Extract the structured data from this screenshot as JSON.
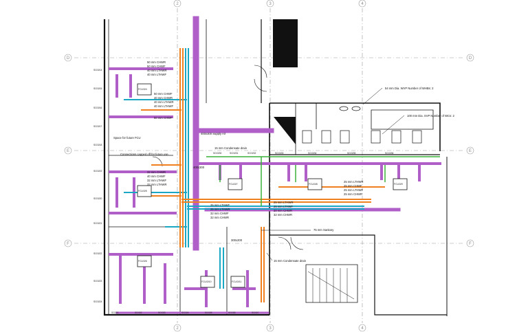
{
  "grid": {
    "columns": [
      "2",
      "3",
      "4"
    ],
    "rows": [
      "D",
      "E",
      "F"
    ]
  },
  "colors": {
    "chw": "#1aa7c4",
    "lthw": "#f07f1e",
    "supply_air": "#b05fc8",
    "drain": "#38b238",
    "walls": "#111111",
    "grid": "#9a9a9a"
  },
  "fcu_labels": [
    "FCU/3/4",
    "FCU/3/5",
    "FCU/3/6",
    "FCU/3/7",
    "FCU/3/8",
    "FCU/3/9",
    "FCU/3/10",
    "FCU/3/11"
  ],
  "annotations": {
    "pipes_top": [
      "50 mm  CHWR",
      "50 mm  CHWF",
      "40 mm  LTHWR",
      "40 mm  LTHWF"
    ],
    "pipes_mid": [
      "50 mm  CHWF",
      "40 mm  CHWR",
      "40 mm  LTHWR",
      "40 mm  LTHWF"
    ],
    "chwf_50": "50 mm  CHWF",
    "supply_air": "400x300  Supply Air",
    "space_future": "Space for future FCU",
    "connections_capped": "Connections capped off for future use",
    "condensate_top": "15 mm  Condensate drain",
    "pipes_left": [
      "32 mm  CHWR",
      "40 mm  CHWF",
      "32 mm  LTHWF",
      "32 mm  LTHWR"
    ],
    "duct_vertical": "400x300",
    "pipes_right": [
      "25 mm  LTHWR",
      "25 mm  CHWF",
      "25 mm  LTHWF",
      "25 mm  CHWR"
    ],
    "pipes_center": [
      "25 mm  LTHWF",
      "25 mm  LTHWR",
      "32 mm  CHWF",
      "32 mm  CHWR"
    ],
    "pipes_center2": [
      "25 mm  LTHWR",
      "25 mm  LTHWF",
      "20 mm  CHWR",
      "32 mm  CHWR"
    ],
    "sanitary": "75 mm  Sanitary",
    "condensate_bottom": "15 mm  Condensate drain",
    "duct_small": "300x200",
    "wvp": "54 mm  Dia. WVP Number of WHBs: 2",
    "svp": "100 mm  Dia. SVP Number of WCs: 2"
  },
  "unit_tags": {
    "left": [
      "SG/3/14",
      "SG/3/15",
      "SG/3/16",
      "SG/3/17",
      "SG/3/18",
      "SG/3/19",
      "SG/3/20",
      "SG/3/21",
      "SG/3/22",
      "SG/3/23",
      "SG/3/24"
    ],
    "top": [
      "SG/3/30",
      "SG/3/31",
      "SG/3/32",
      "SG/3/33",
      "SG/3/34",
      "SG/3/35",
      "SG/3/36"
    ],
    "bottom": [
      "SG/3/1",
      "SG/3/2",
      "SG/3/3",
      "SG/3/4",
      "SG/3/5",
      "SG/3/6",
      "SG/3/7"
    ]
  }
}
